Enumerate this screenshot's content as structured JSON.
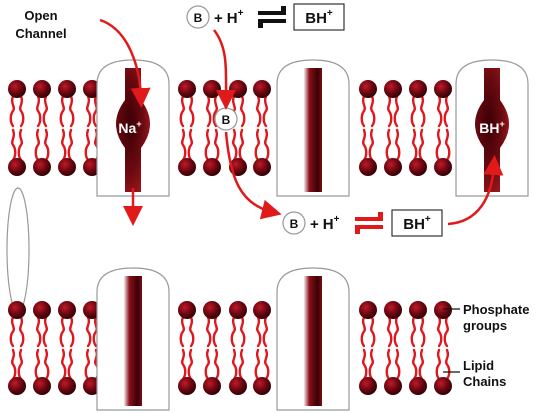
{
  "labels": {
    "open_channel_line1": "Open",
    "open_channel_line2": "Channel",
    "phosphate_line1": "Phosphate",
    "phosphate_line2": "groups",
    "lipid_line1": "Lipid",
    "lipid_line2": "Chains"
  },
  "ions": {
    "sodium": "Na",
    "sodium_charge": "+",
    "bh_in_channel": "BH",
    "bh_in_channel_charge": "+"
  },
  "equation_top": {
    "base": "B",
    "plus": "+",
    "proton": "H",
    "proton_charge": "+",
    "product": "BH",
    "product_charge": "+"
  },
  "equation_bottom": {
    "base": "B",
    "plus": "+",
    "proton": "H",
    "proton_charge": "+",
    "product": "BH",
    "product_charge": "+"
  },
  "drug_in_membrane": "B",
  "colors": {
    "head_dark": "#4a0008",
    "head_light": "#c01a28",
    "lipid_tail": "#e0181e",
    "channel_dark": "#6a0a10",
    "channel_light": "#f3e9ea",
    "arrow_red": "#e01a1a",
    "equilibrium_dark": "#111111",
    "text": "#111111"
  }
}
